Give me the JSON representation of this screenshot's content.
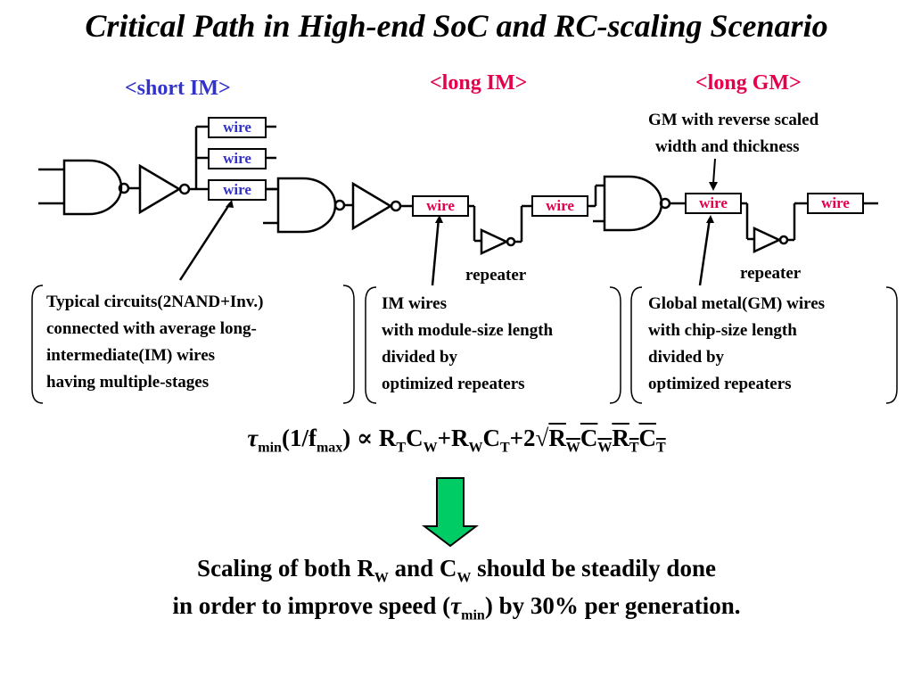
{
  "title": "Critical Path in High-end SoC and RC-scaling Scenario",
  "sections": {
    "short_im": "<short IM>",
    "long_im": "<long IM>",
    "long_gm": "<long GM>"
  },
  "wire_label": "wire",
  "repeater_label": "repeater",
  "gm_note": [
    "GM with reverse scaled",
    "width and thickness"
  ],
  "box_short": [
    "Typical circuits(2NAND+Inv.)",
    "connected with average long-",
    "intermediate(IM) wires",
    "having multiple-stages"
  ],
  "box_im": [
    "IM wires",
    "with module-size length",
    "divided by",
    "optimized repeaters"
  ],
  "box_gm": [
    "Global metal(GM) wires",
    "with chip-size length",
    "divided by",
    "optimized repeaters"
  ],
  "equation": {
    "tau": "τ",
    "min": "min",
    "freq": "(1/f",
    "max": "max",
    "close": ")",
    "prop": " ∝ ",
    "R": "R",
    "T": "T",
    "C": "C",
    "W": "W",
    "plus": "+",
    "two": "+2",
    "sqrt": "√"
  },
  "conclusion": {
    "line1_a": "Scaling of both R",
    "line1_w1": "W",
    "line1_b": " and C",
    "line1_w2": "W",
    "line1_c": " should be steadily done",
    "line2_a": "in order to improve speed (",
    "line2_tau": "τ",
    "line2_min": "min",
    "line2_b": ") by 30% per generation."
  },
  "colors": {
    "blue": "#3333cc",
    "red": "#e6004c",
    "arrow_fill": "#00cc66"
  }
}
